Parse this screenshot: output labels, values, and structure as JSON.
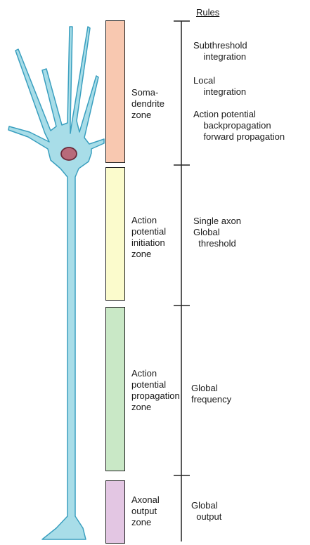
{
  "header": {
    "rules_title": "Rules"
  },
  "colors": {
    "neuron_fill": "#a8dde8",
    "neuron_outline": "#3a9fbf",
    "nucleus_fill": "#b86a7a",
    "nucleus_outline": "#6b2a3a"
  },
  "zones": [
    {
      "id": "soma",
      "label": "Soma-\ndendrite\nzone",
      "color": "#f8c8b0"
    },
    {
      "id": "initiation",
      "label": "Action\npotential\ninitiation\nzone",
      "color": "#fbfbcc"
    },
    {
      "id": "propagation",
      "label": "Action\npotential\npropagation\nzone",
      "color": "#c9e8c6"
    },
    {
      "id": "output",
      "label": "Axonal\noutput\nzone",
      "color": "#e3c6e3"
    }
  ],
  "rules": {
    "soma": [
      "Subthreshold\n    integration",
      "Local\n    integration",
      "Action potential\n    backpropagation\n    forward propagation"
    ],
    "initiation": "Single axon\nGlobal\n  threshold",
    "propagation": "Global\nfrequency",
    "output": "Global\n  output"
  }
}
